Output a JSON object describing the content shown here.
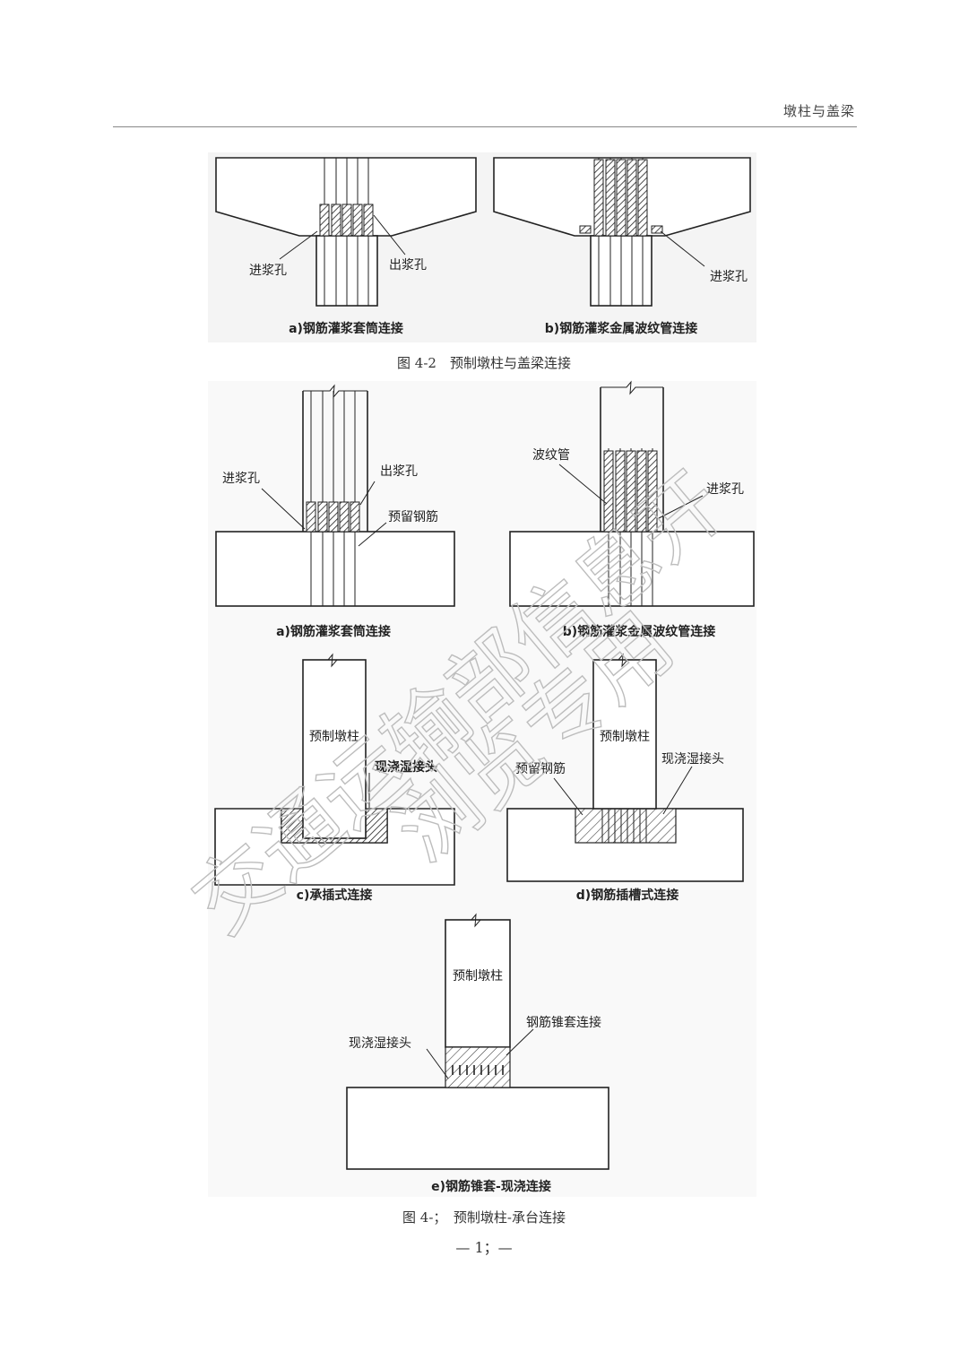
{
  "header": {
    "running_title": "墩柱与盖梁"
  },
  "figure_4_2": {
    "caption": "图 4-2　预制墩柱与盖梁连接",
    "panel_a": {
      "subcaption": "a)钢筋灌浆套筒连接",
      "label_inlet": "进浆孔",
      "label_outlet": "出浆孔"
    },
    "panel_b": {
      "subcaption": "b)钢筋灌浆金属波纹管连接",
      "label_inlet": "进浆孔"
    }
  },
  "figure_4_3": {
    "caption": "图 4-；　预制墩柱-承台连接",
    "panel_a": {
      "subcaption": "a)钢筋灌浆套筒连接",
      "label_inlet": "进浆孔",
      "label_outlet": "出浆孔",
      "label_rebar": "预留钢筋"
    },
    "panel_b": {
      "subcaption": "b)钢筋灌浆金属波纹管连接",
      "label_duct": "波纹管",
      "label_inlet": "进浆孔"
    },
    "panel_c": {
      "subcaption": "c)承插式连接",
      "label_column": "预制墩柱",
      "label_joint": "现浇湿接头"
    },
    "panel_d": {
      "subcaption": "d)钢筋插槽式连接",
      "label_column": "预制墩柱",
      "label_rebar": "预留钢筋",
      "label_joint": "现浇湿接头"
    },
    "panel_e": {
      "subcaption": "e)钢筋锥套-现浇连接",
      "label_column": "预制墩柱",
      "label_joint": "现浇湿接头",
      "label_cone": "钢筋锥套连接"
    }
  },
  "page_number": "— 1；—",
  "watermark": {
    "line1": "交通运输部信息开",
    "line2": "浏览专用"
  }
}
